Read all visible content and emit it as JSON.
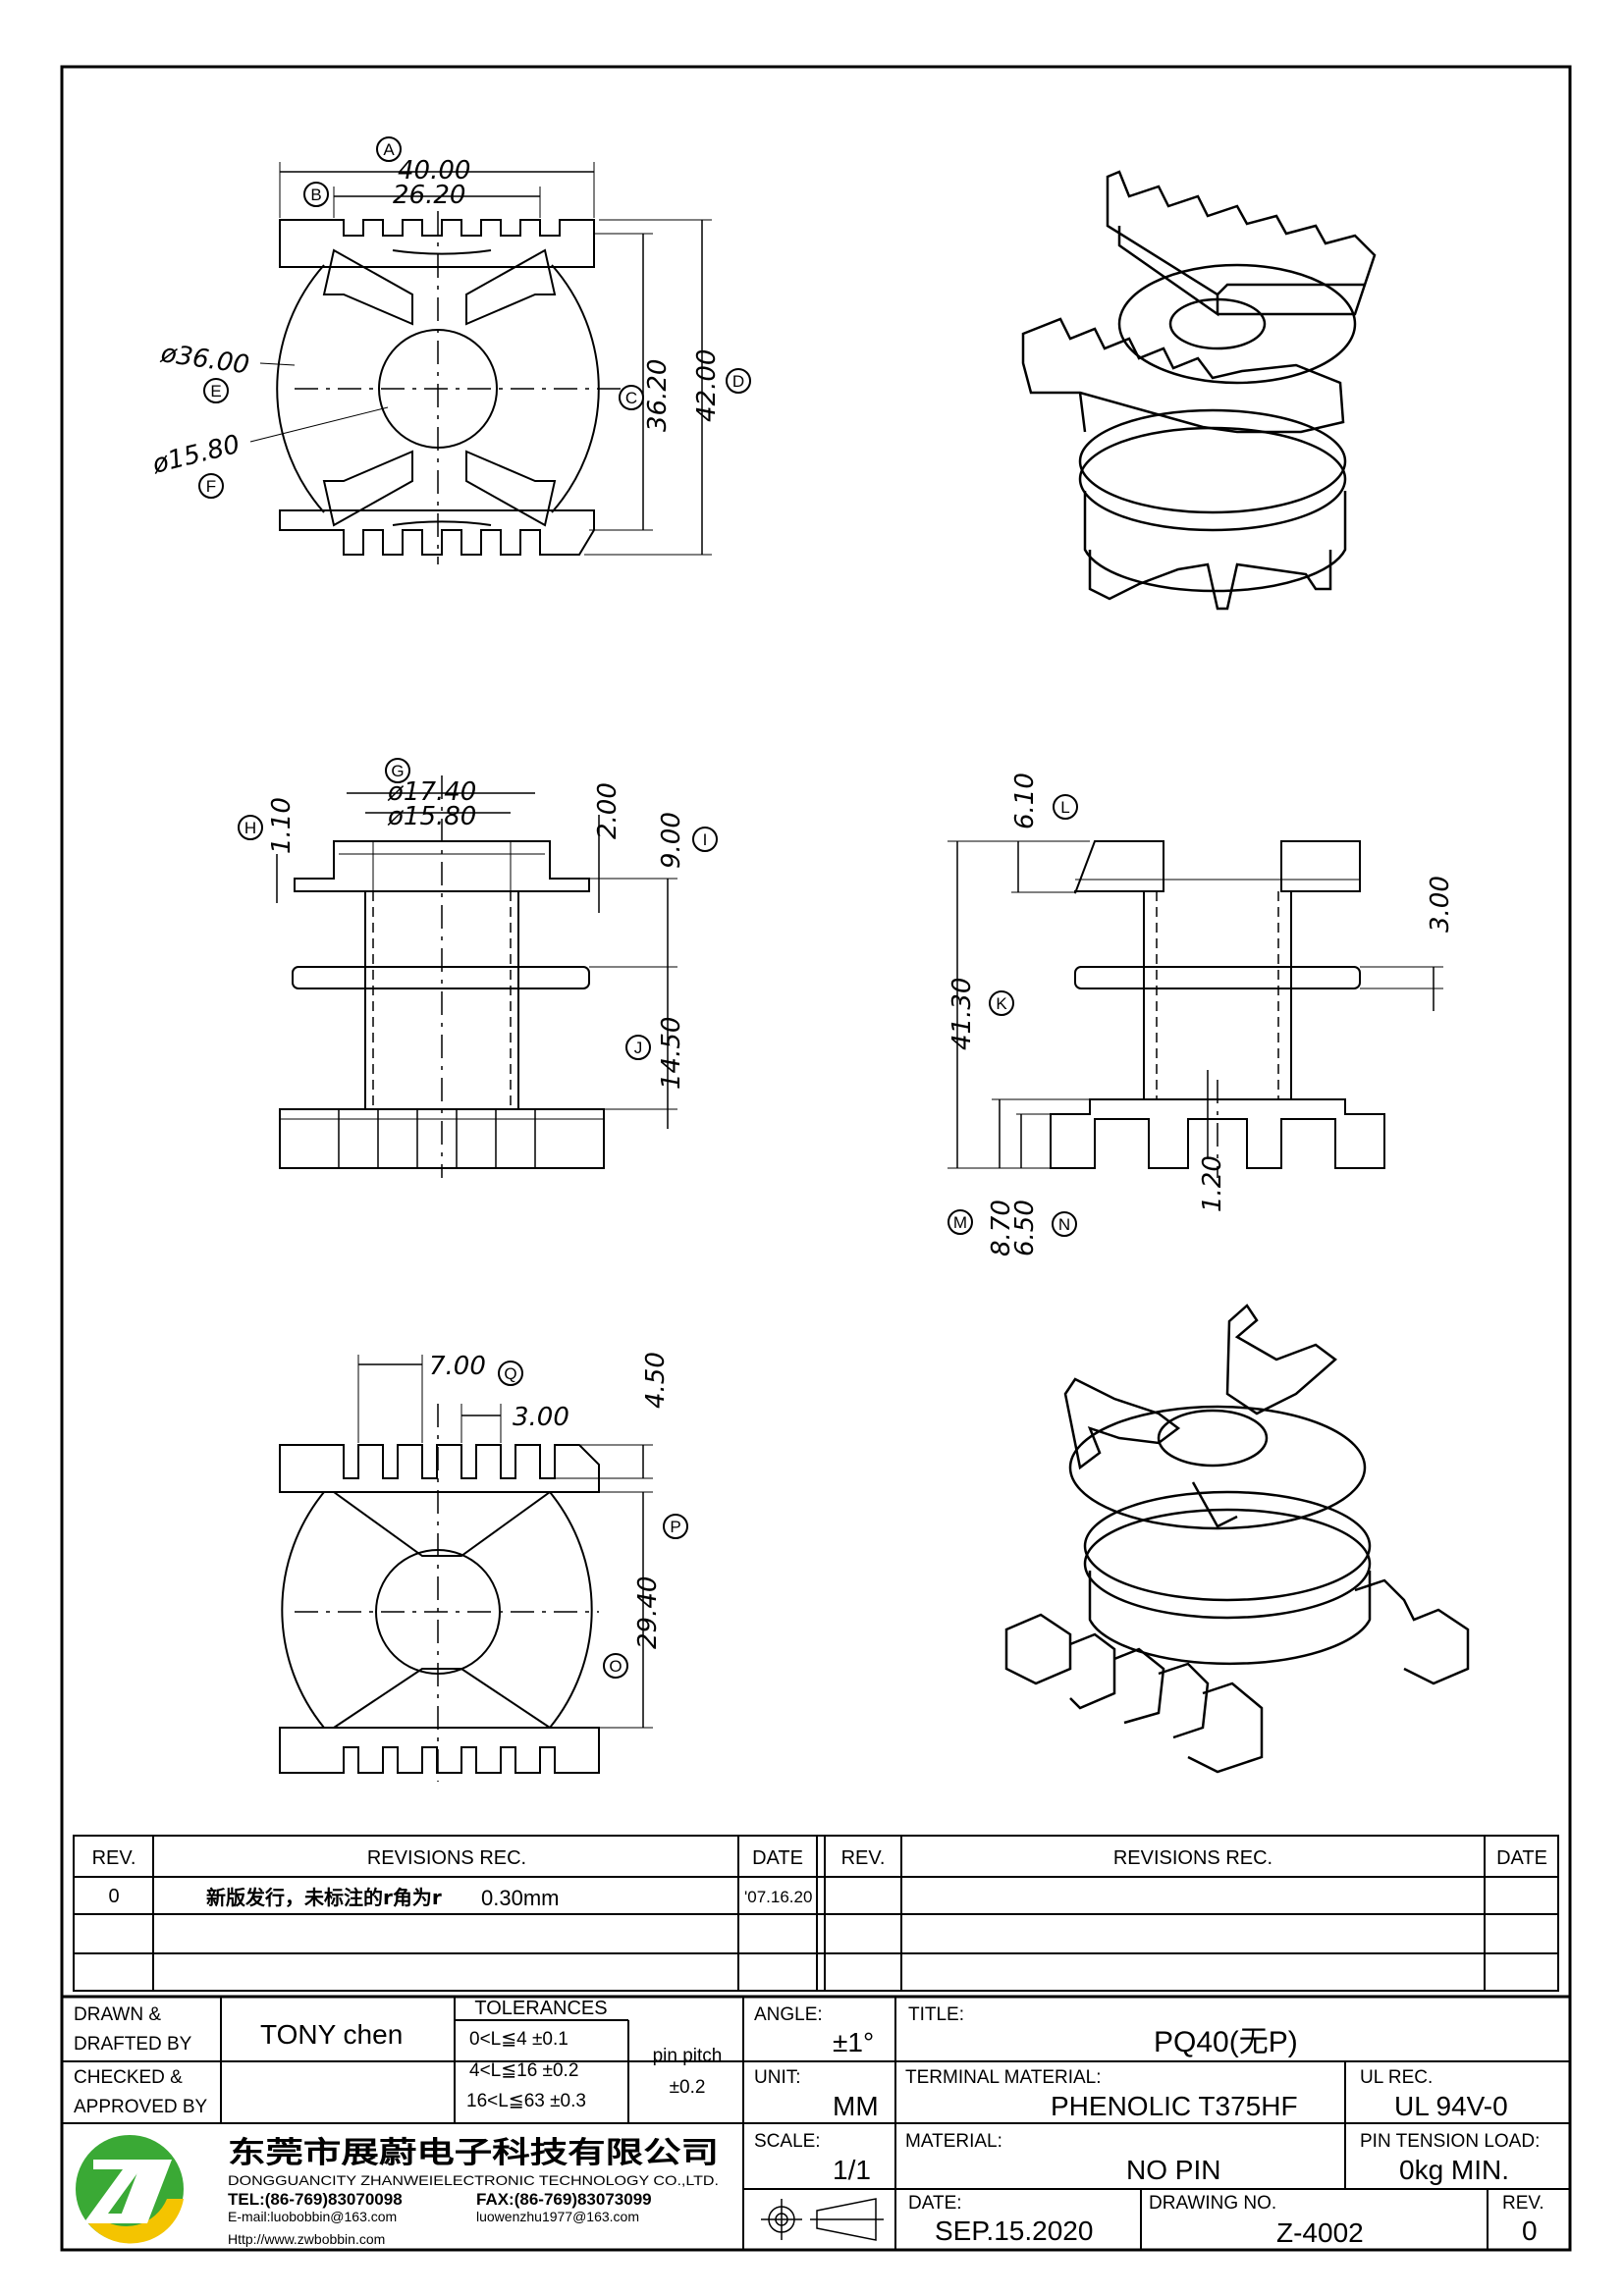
{
  "views": {
    "top": {
      "dims": {
        "A": "40.00",
        "B": "26.20",
        "C": "36.20",
        "D": "42.00",
        "E": "ø36.00",
        "F": "ø15.80"
      }
    },
    "front": {
      "dims": {
        "G1": "ø17.40",
        "G2": "ø15.80",
        "H": "1.10",
        "I": "9.00",
        "J": "14.50",
        "two": "2.00"
      }
    },
    "side": {
      "dims": {
        "L": "6.10",
        "three": "3.00",
        "K": "41.30",
        "M": "8.70",
        "N": "6.50",
        "n120": "1.20"
      }
    },
    "bottom": {
      "dims": {
        "Q": "7.00",
        "three": "3.00",
        "four50": "4.50",
        "O": "29.40"
      }
    },
    "labels": {
      "A": "A",
      "B": "B",
      "C": "C",
      "D": "D",
      "E": "E",
      "F": "F",
      "G": "G",
      "H": "H",
      "I": "I",
      "J": "J",
      "K": "K",
      "L": "L",
      "M": "M",
      "N": "N",
      "O": "O",
      "P": "P",
      "Q": "Q"
    }
  },
  "revisions": {
    "headers": {
      "rev": "REV.",
      "rec": "REVISIONS   REC.",
      "date": "DATE"
    },
    "rows": [
      {
        "rev": "0",
        "rec_cn": "新版发行，未标注的r角为r",
        "rec_val": "0.30mm",
        "date": "'07.16.20"
      }
    ]
  },
  "title_block": {
    "drawn_label_1": "DRAWN &",
    "drawn_label_2": "DRAFTED BY",
    "drawn_by": "TONY  chen",
    "checked_label_1": "CHECKED &",
    "checked_label_2": "APPROVED BY",
    "tolerances_title": "TOLERANCES",
    "tol_rows": [
      "0<L≦4   ±0.1",
      "4<L≦16  ±0.2",
      "16<L≦63  ±0.3"
    ],
    "pin_pitch_label": "pin  pitch",
    "pin_pitch_val": "±0.2",
    "angle_label": "ANGLE:",
    "angle_val": "±1°",
    "unit_label": "UNIT:",
    "unit_val": "MM",
    "scale_label": "SCALE:",
    "scale_val": "1/1",
    "title_label": "TITLE:",
    "title_val": "PQ40(无P)",
    "terminal_label": "TERMINAL  MATERIAL:",
    "terminal_val": "PHENOLIC  T375HF",
    "ul_label": "UL  REC.",
    "ul_val": "UL  94V-0",
    "material_label": "MATERIAL:",
    "material_val": "NO  PIN",
    "tension_label": "PIN  TENSION  LOAD:",
    "tension_val": "0kg  MIN.",
    "date_label": "DATE:",
    "date_val": "SEP.15.2020",
    "drawing_label": "DRAWING  NO.",
    "drawing_val": "Z-4002",
    "rev_label": "REV.",
    "rev_val": "0"
  },
  "company": {
    "name_cn": "东莞市展蔚电子科技有限公司",
    "name_en": "DONGGUANCITY  ZHANWEIELECTRONIC  TECHNOLOGY  CO.,LTD.",
    "tel": "TEL:(86-769)83070098",
    "fax": "FAX:(86-769)83073099",
    "email": "E-mail:luobobbin@163.com",
    "email2": "luowenzhu1977@163.com",
    "web": "Http://www.zwbobbin.com"
  },
  "colors": {
    "logo_green": "#3aa935",
    "logo_yellow": "#f4c400"
  }
}
